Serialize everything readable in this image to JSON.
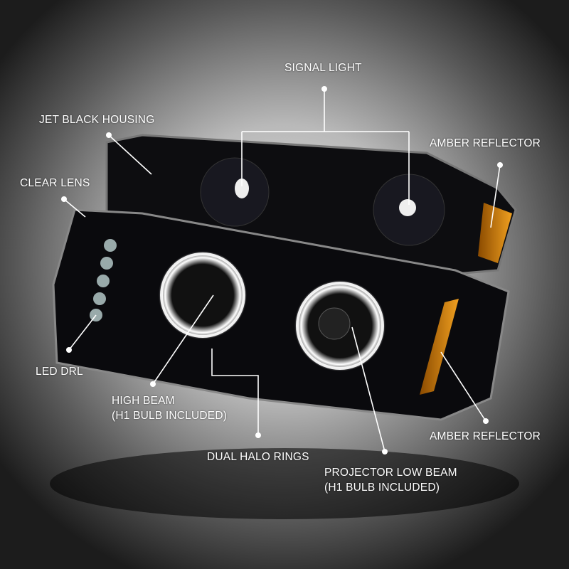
{
  "callouts": {
    "signal_light": "SIGNAL LIGHT",
    "jet_black_housing": "JET BLACK HOUSING",
    "amber_reflector_top": "AMBER REFLECTOR",
    "clear_lens": "CLEAR LENS",
    "led_drl": "LED DRL",
    "high_beam_line1": "HIGH BEAM",
    "high_beam_line2": "(H1 BULB INCLUDED)",
    "dual_halo_rings": "DUAL HALO RINGS",
    "amber_reflector_bottom": "AMBER REFLECTOR",
    "projector_low_beam_line1": "PROJECTOR LOW BEAM",
    "projector_low_beam_line2": "(H1 BULB INCLUDED)"
  },
  "colors": {
    "callout": "#ffffff",
    "amber": "#e08a10",
    "halo": "#f4f4ff"
  }
}
